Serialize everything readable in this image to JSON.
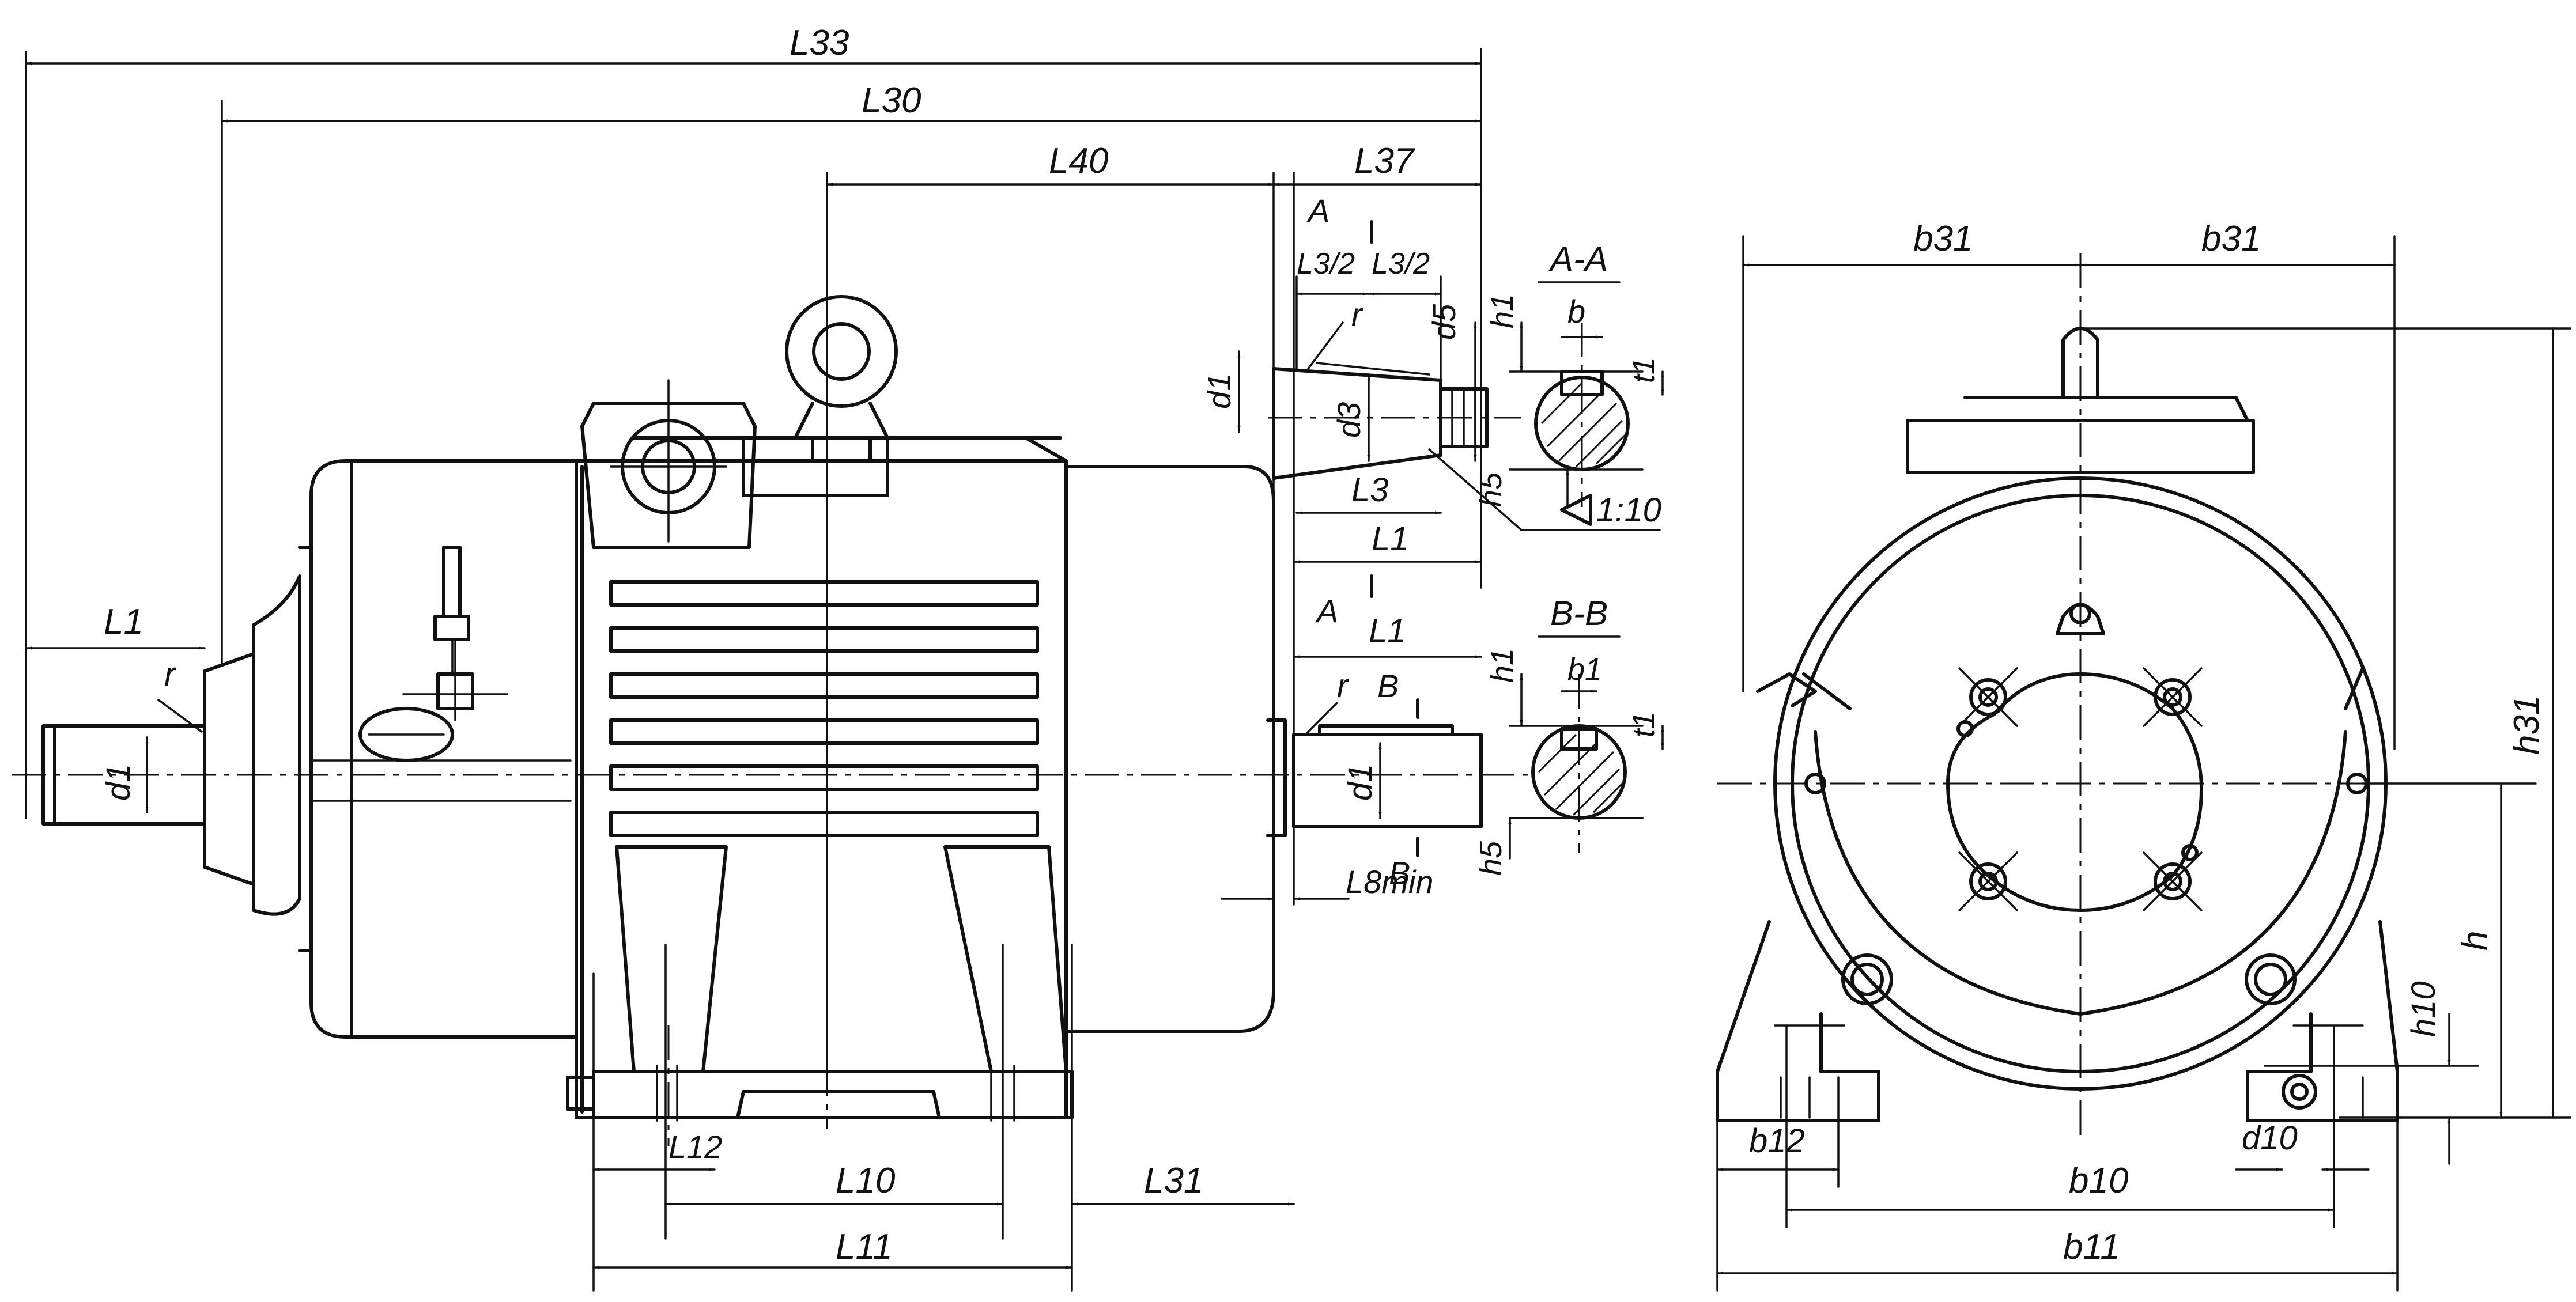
{
  "drawing": {
    "side_view": {
      "dims": {
        "L33": "L33",
        "L30": "L30",
        "L40": "L40",
        "L37": "L37",
        "L1_left": "L1",
        "L1_key_a": "L1",
        "L1_key_b": "L1",
        "L3": "L3",
        "L3_half_a": "L3/2",
        "L3_half_b": "L3/2",
        "L10": "L10",
        "L11": "L11",
        "L31": "L31",
        "L12": "L12",
        "L8min": "L8min",
        "d1_left": "d1",
        "d1_cone": "d1",
        "d1_cyl": "d1",
        "d3": "d3",
        "d5": "d5",
        "r_left": "r",
        "r_cone": "r",
        "r_cyl": "r"
      },
      "cut_marks": {
        "A_top": "A",
        "A_bottom": "A",
        "B_top": "B",
        "B_bottom": "B"
      },
      "taper": "1:10"
    },
    "sections": {
      "A_A": {
        "title": "A-A",
        "h1": "h1",
        "b": "b",
        "t1": "t1",
        "h5": "h5"
      },
      "B_B": {
        "title": "B-B",
        "h1": "h1",
        "b1": "b1",
        "t1": "t1",
        "h5": "h5"
      }
    },
    "end_view": {
      "dims": {
        "b31_left": "b31",
        "b31_right": "b31",
        "h31": "h31",
        "h": "h",
        "h10": "h10",
        "d10": "d10",
        "b12": "b12",
        "b10": "b10",
        "b11": "b11"
      }
    }
  }
}
